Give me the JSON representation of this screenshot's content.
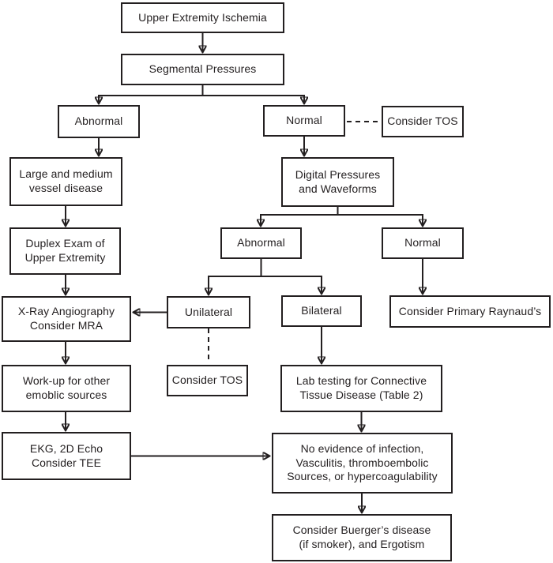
{
  "diagram": {
    "type": "flowchart",
    "colors": {
      "background": "#ffffff",
      "line": "#231f20",
      "text": "#231f20",
      "box_fill": "#ffffff"
    },
    "nodes": {
      "uei": {
        "label": "Upper Extremity Ischemia"
      },
      "segmental": {
        "label": "Segmental Pressures"
      },
      "abnormal1": {
        "label": "Abnormal"
      },
      "normal1": {
        "label": "Normal"
      },
      "tos_top": {
        "label": "Consider TOS"
      },
      "large": {
        "label": "Large and medium\nvessel disease"
      },
      "digital": {
        "label": "Digital Pressures\nand Waveforms"
      },
      "duplex": {
        "label": "Duplex Exam of\nUpper Extremity"
      },
      "abnormal2": {
        "label": "Abnormal"
      },
      "normal2": {
        "label": "Normal"
      },
      "xray": {
        "label": "X-Ray Angiography\nConsider MRA"
      },
      "unilateral": {
        "label": "Unilateral"
      },
      "bilateral": {
        "label": "Bilateral"
      },
      "raynaud": {
        "label": "Consider Primary Raynaud’s"
      },
      "workup": {
        "label": "Work-up for other\nemoblic sources"
      },
      "tos_bottom": {
        "label": "Consider TOS"
      },
      "lab": {
        "label": "Lab testing for Connective\nTissue Disease (Table 2)"
      },
      "ekg": {
        "label": "EKG, 2D Echo\nConsider TEE"
      },
      "noevid": {
        "label": "No evidence of infection,\nVasculitis, thromboembolic\nSources, or hypercoagulability"
      },
      "buerger": {
        "label": "Consider Buerger’s disease\n(if smoker), and Ergotism"
      }
    },
    "edges": [
      {
        "from": "uei",
        "to": "segmental",
        "style": "arrow"
      },
      {
        "from": "segmental",
        "to": "abnormal1",
        "style": "arrow"
      },
      {
        "from": "segmental",
        "to": "normal1",
        "style": "arrow"
      },
      {
        "from": "normal1",
        "to": "tos_top",
        "style": "dashed"
      },
      {
        "from": "abnormal1",
        "to": "large",
        "style": "arrow"
      },
      {
        "from": "normal1",
        "to": "digital",
        "style": "arrow"
      },
      {
        "from": "large",
        "to": "duplex",
        "style": "arrow"
      },
      {
        "from": "duplex",
        "to": "xray",
        "style": "arrow"
      },
      {
        "from": "digital",
        "to": "abnormal2",
        "style": "arrow"
      },
      {
        "from": "digital",
        "to": "normal2",
        "style": "arrow"
      },
      {
        "from": "abnormal2",
        "to": "unilateral",
        "style": "arrow"
      },
      {
        "from": "abnormal2",
        "to": "bilateral",
        "style": "arrow"
      },
      {
        "from": "normal2",
        "to": "raynaud",
        "style": "arrow"
      },
      {
        "from": "unilateral",
        "to": "xray",
        "style": "arrow"
      },
      {
        "from": "unilateral",
        "to": "tos_bottom",
        "style": "dashed"
      },
      {
        "from": "bilateral",
        "to": "lab",
        "style": "arrow"
      },
      {
        "from": "xray",
        "to": "workup",
        "style": "arrow"
      },
      {
        "from": "workup",
        "to": "ekg",
        "style": "arrow"
      },
      {
        "from": "ekg",
        "to": "noevid",
        "style": "arrow"
      },
      {
        "from": "lab",
        "to": "noevid",
        "style": "arrow"
      },
      {
        "from": "noevid",
        "to": "buerger",
        "style": "arrow"
      }
    ]
  }
}
